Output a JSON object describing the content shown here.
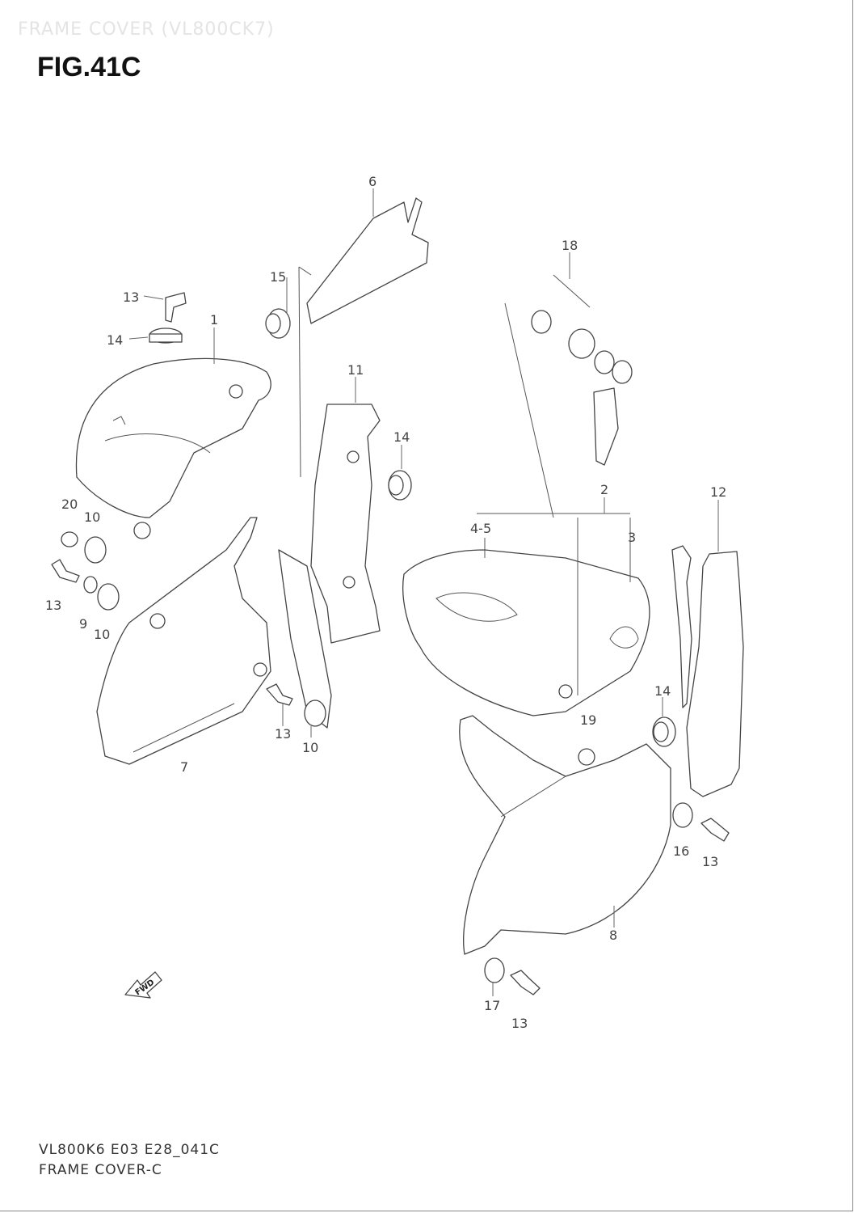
{
  "header": {
    "faint_title": "FRAME COVER (VL800CK7)",
    "fig_title": "FIG.41C"
  },
  "callouts": {
    "c1": "1",
    "c2": "2",
    "c3": "3",
    "c4_5": "4-5",
    "c6": "6",
    "c7": "7",
    "c8": "8",
    "c9": "9",
    "c10a": "10",
    "c10b": "10",
    "c10c": "10",
    "c11": "11",
    "c12": "12",
    "c13a": "13",
    "c13b": "13",
    "c13c": "13",
    "c13d": "13",
    "c13e": "13",
    "c14a": "14",
    "c14b": "14",
    "c14c": "14",
    "c15": "15",
    "c16": "16",
    "c17": "17",
    "c18": "18",
    "c19": "19",
    "c20": "20"
  },
  "fwd_label": "FWD",
  "footer": {
    "code": "VL800K6 E03 E28_041C",
    "name": "FRAME COVER-C"
  }
}
